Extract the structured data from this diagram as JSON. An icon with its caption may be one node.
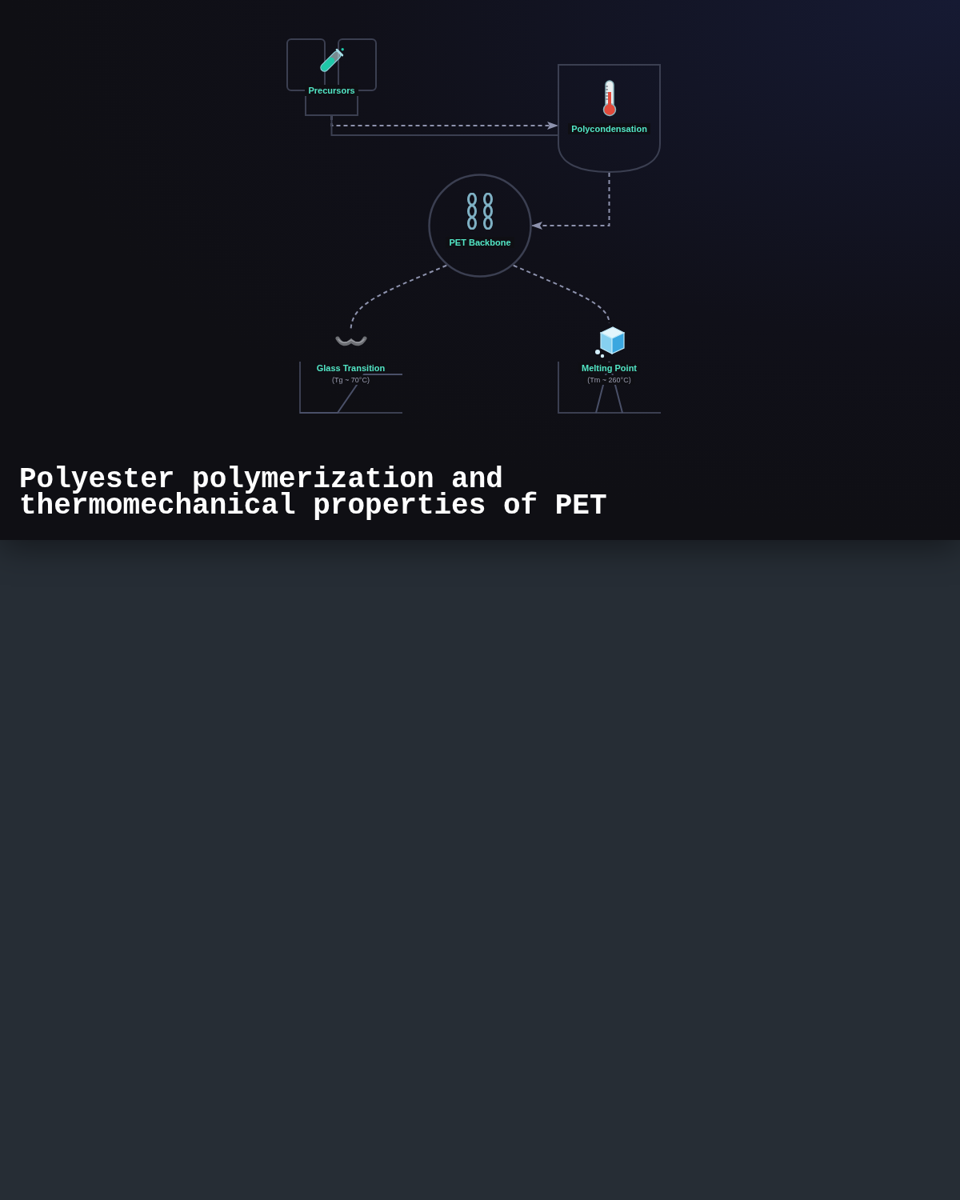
{
  "diagram": {
    "title": "Polyester polymerization and thermomechanical properties of PET",
    "nodes": [
      {
        "text": [
          "Precursors"
        ]
      },
      {
        "text": [
          "Polycondensation"
        ]
      },
      {
        "text": [
          "PET Backbone"
        ]
      },
      {
        "text": [
          "Glass Transition",
          "(Tg ~ 70°C)"
        ]
      },
      {
        "text": [
          "Melting Point",
          "(Tm ~ 260°C)"
        ]
      }
    ],
    "edges": [
      {
        "from": 0,
        "to": 1,
        "arrow": "to",
        "style": "dashed"
      },
      {
        "from": 0,
        "to": 1,
        "arrow": "none",
        "color": "#3b3f51"
      },
      {
        "from": 1,
        "to": 2,
        "arrow": "to",
        "style": "dashed"
      },
      {
        "from": 2,
        "to": 3,
        "arrow": "none",
        "style": "dashed"
      },
      {
        "from": 2,
        "to": 4,
        "arrow": "none",
        "style": "dashed"
      }
    ]
  }
}
